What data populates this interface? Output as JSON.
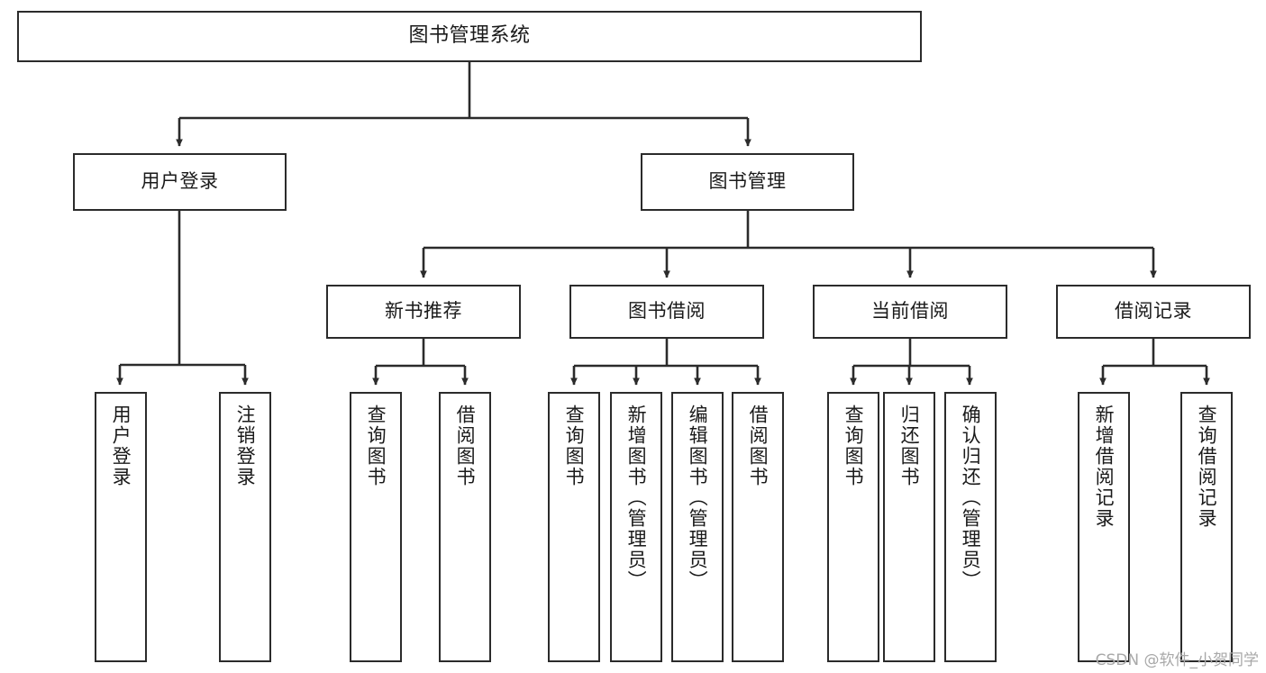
{
  "diagram": {
    "title": "图书管理系统",
    "watermark": "CSDN @软件_小贺同学",
    "line_color": "#2b2b2b",
    "text_color": "#1a1a1a",
    "background": "#ffffff",
    "nodes": {
      "root": {
        "label": "图书管理系统"
      },
      "level2": [
        {
          "label": "用户登录"
        },
        {
          "label": "图书管理"
        }
      ],
      "level3": [
        {
          "label": "新书推荐"
        },
        {
          "label": "图书借阅"
        },
        {
          "label": "当前借阅"
        },
        {
          "label": "借阅记录"
        }
      ],
      "leaves": {
        "user_login": [
          {
            "label": "用户登录"
          },
          {
            "label": "注销登录"
          }
        ],
        "new_book": [
          {
            "label": "查询图书"
          },
          {
            "label": "借阅图书"
          }
        ],
        "book_borrow": [
          {
            "label": "查询图书"
          },
          {
            "label": "新增图书（管理员）"
          },
          {
            "label": "编辑图书（管理员）"
          },
          {
            "label": "借阅图书"
          }
        ],
        "current_borrow": [
          {
            "label": "查询图书"
          },
          {
            "label": "归还图书"
          },
          {
            "label": "确认归还（管理员）"
          }
        ],
        "borrow_record": [
          {
            "label": "新增借阅记录"
          },
          {
            "label": "查询借阅记录"
          }
        ]
      }
    }
  }
}
